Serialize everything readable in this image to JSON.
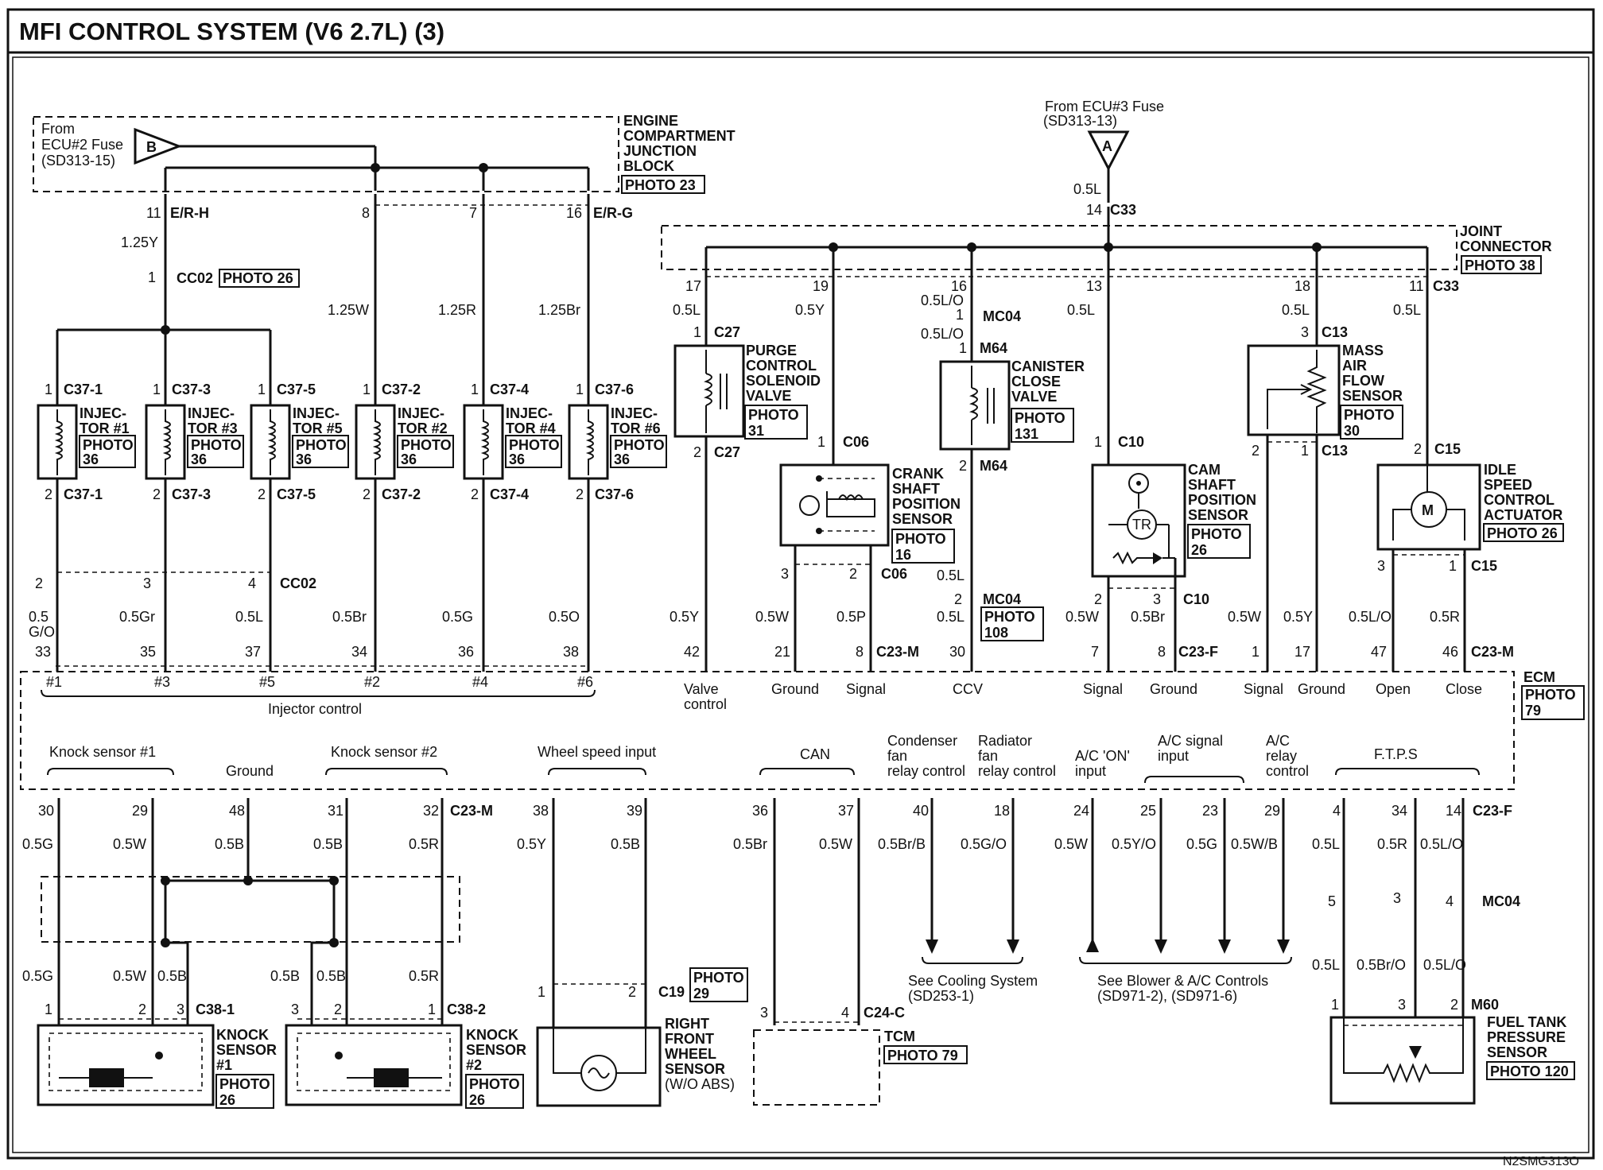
{
  "title": "MFI CONTROL SYSTEM (V6 2.7L) (3)",
  "code": "N2SMG313O",
  "fuse_b": {
    "letter": "B",
    "lines": [
      "From",
      "ECU#2 Fuse",
      "(SD313-15)"
    ]
  },
  "fuse_a": {
    "letter": "A",
    "lines": [
      "From ECU#3 Fuse",
      "(SD313-13)"
    ]
  },
  "ecjb": {
    "lines": [
      "ENGINE",
      "COMPARTMENT",
      "JUNCTION",
      "BLOCK"
    ],
    "photo": "PHOTO 23"
  },
  "joint": {
    "lines": [
      "JOINT",
      "CONNECTOR"
    ],
    "photo": "PHOTO 38"
  },
  "ecm": {
    "label": "ECM",
    "photo": [
      "PHOTO",
      "79"
    ]
  },
  "ecjb_pins": {
    "p11": "11",
    "erh": "E/R-H",
    "p8": "8",
    "p7": "7",
    "p16": "16",
    "erg": "E/R-G"
  },
  "wires_top": {
    "w125y": "1.25Y",
    "cc02_1": "1",
    "cc02": "CC02",
    "cc02_photo": "PHOTO 26",
    "w125w": "1.25W",
    "w125r": "1.25R",
    "w125br": "1.25Br"
  },
  "injectors": [
    {
      "name": [
        "INJEC-",
        "TOR #1"
      ],
      "photo": [
        "PHOTO",
        "36"
      ],
      "pin1": "1",
      "conn1": "C37-1",
      "pin2": "2",
      "conn2": "C37-1"
    },
    {
      "name": [
        "INJEC-",
        "TOR #3"
      ],
      "photo": [
        "PHOTO",
        "36"
      ],
      "pin1": "1",
      "conn1": "C37-3",
      "pin2": "2",
      "conn2": "C37-3"
    },
    {
      "name": [
        "INJEC-",
        "TOR #5"
      ],
      "photo": [
        "PHOTO",
        "36"
      ],
      "pin1": "1",
      "conn1": "C37-5",
      "pin2": "2",
      "conn2": "C37-5"
    },
    {
      "name": [
        "INJEC-",
        "TOR #2"
      ],
      "photo": [
        "PHOTO",
        "36"
      ],
      "pin1": "1",
      "conn1": "C37-2",
      "pin2": "2",
      "conn2": "C37-2"
    },
    {
      "name": [
        "INJEC-",
        "TOR #4"
      ],
      "photo": [
        "PHOTO",
        "36"
      ],
      "pin1": "1",
      "conn1": "C37-4",
      "pin2": "2",
      "conn2": "C37-4"
    },
    {
      "name": [
        "INJEC-",
        "TOR #6"
      ],
      "photo": [
        "PHOTO",
        "36"
      ],
      "pin1": "1",
      "conn1": "C37-6",
      "pin2": "2",
      "conn2": "C37-6"
    }
  ],
  "cc02_bottom": {
    "p2": "2",
    "p3": "3",
    "p4": "4",
    "label": "CC02"
  },
  "inj_wires": [
    [
      "0.5",
      "G/O"
    ],
    [
      "0.5Gr"
    ],
    [
      "0.5L"
    ],
    [
      "0.5Br"
    ],
    [
      "0.5G"
    ],
    [
      "0.5O"
    ]
  ],
  "inj_ecm_pins": [
    "33",
    "35",
    "37",
    "34",
    "36",
    "38"
  ],
  "inj_ecm_labels": [
    "#1",
    "#3",
    "#5",
    "#2",
    "#4",
    "#6"
  ],
  "injector_control": "Injector control",
  "c33": {
    "top_wire": "0.5L",
    "top_pin": "14",
    "top_conn": "C33",
    "pins": [
      "17",
      "19",
      "16",
      "13",
      "18",
      "11"
    ],
    "right_conn": "C33"
  },
  "purge": {
    "wire_top": "0.5L",
    "pin1": "1",
    "c1": "C27",
    "pin2": "2",
    "c2": "C27",
    "name": [
      "PURGE",
      "CONTROL",
      "SOLENOID",
      "VALVE"
    ],
    "photo": [
      "PHOTO",
      "31"
    ],
    "wire_bot": "0.5Y",
    "ecm_pin": "42",
    "ecm_label": [
      "Valve",
      "control"
    ]
  },
  "crank": {
    "wire_top": "0.5Y",
    "pin1": "1",
    "c1": "C06",
    "name": [
      "CRANK",
      "SHAFT",
      "POSITION",
      "SENSOR"
    ],
    "photo": [
      "PHOTO",
      "16"
    ],
    "pin3": "3",
    "pin2": "2",
    "c2": "C06",
    "w_ground": "0.5W",
    "w_signal": "0.5P",
    "ecm_ground_pin": "21",
    "ecm_signal_pin": "8",
    "ecm_conn": "C23-M",
    "ground_label": "Ground",
    "signal_label": "Signal"
  },
  "canister": {
    "w1": "0.5L/O",
    "mc04_pin": "1",
    "mc04": "MC04",
    "w2": "0.5L/O",
    "pin1": "1",
    "c1": "M64",
    "pin2": "2",
    "c2": "M64",
    "name": [
      "CANISTER",
      "CLOSE",
      "VALVE"
    ],
    "photo": [
      "PHOTO",
      "131"
    ],
    "w3": "0.5L",
    "mc04b_pin": "2",
    "mc04b": "MC04",
    "photo108": [
      "PHOTO",
      "108"
    ],
    "w4": "0.5L",
    "ecm_pin": "30",
    "ecm_label": "CCV"
  },
  "cam": {
    "wire_top": "0.5L",
    "pin1": "1",
    "c1": "C10",
    "name": [
      "CAM",
      "SHAFT",
      "POSITION",
      "SENSOR"
    ],
    "photo": [
      "PHOTO",
      "26"
    ],
    "tr": "TR",
    "pin2": "2",
    "pin3": "3",
    "c2": "C10",
    "w_signal": "0.5W",
    "w_ground": "0.5Br",
    "ecm_signal_pin": "7",
    "ecm_ground_pin": "8",
    "ecm_conn": "C23-F",
    "signal_label": "Signal",
    "ground_label": "Ground"
  },
  "maf": {
    "wire_top": "0.5L",
    "pin3": "3",
    "c1": "C13",
    "name": [
      "MASS",
      "AIR",
      "FLOW",
      "SENSOR"
    ],
    "photo": [
      "PHOTO",
      "30"
    ],
    "pin2": "2",
    "pin1": "1",
    "c2": "C13",
    "w_signal": "0.5W",
    "w_ground": "0.5Y",
    "ecm_signal_pin": "1",
    "ecm_ground_pin": "17",
    "signal_label": "Signal",
    "ground_label": "Ground"
  },
  "isca": {
    "wire_top": "0.5L",
    "pin2": "2",
    "c1": "C15",
    "name": [
      "IDLE",
      "SPEED",
      "CONTROL",
      "ACTUATOR"
    ],
    "photo": "PHOTO 26",
    "motor": "M",
    "pin3": "3",
    "pin1": "1",
    "c2": "C15",
    "w_open": "0.5L/O",
    "w_close": "0.5R",
    "ecm_open_pin": "47",
    "ecm_close_pin": "46",
    "ecm_conn": "C23-M",
    "open_label": "Open",
    "close_label": "Close"
  },
  "bottom_labels": {
    "ks1": "Knock sensor #1",
    "ground": "Ground",
    "ks2": "Knock sensor #2",
    "wsi": "Wheel speed input",
    "can": "CAN",
    "cond": [
      "Condenser",
      "fan",
      "relay control"
    ],
    "rad": [
      "Radiator",
      "fan",
      "relay control"
    ],
    "acon": [
      "A/C 'ON'",
      "input"
    ],
    "acsig": [
      "A/C signal",
      "input"
    ],
    "acrelay": [
      "A/C",
      "relay",
      "control"
    ],
    "ftps": "F.T.P.S"
  },
  "bottom_pins": {
    "p30": "30",
    "p29": "29",
    "p48": "48",
    "p31": "31",
    "p32": "32",
    "c23m": "C23-M",
    "p38": "38",
    "p39": "39",
    "p36": "36",
    "p37": "37",
    "p40": "40",
    "p18": "18",
    "p24": "24",
    "p25": "25",
    "p23": "23",
    "p29b": "29",
    "p4": "4",
    "p34": "34",
    "p14": "14",
    "c23f": "C23-F"
  },
  "bottom_wires": {
    "w1": "0.5G",
    "w2": "0.5W",
    "w3": "0.5B",
    "w4": "0.5B",
    "w5": "0.5R",
    "w6": "0.5Y",
    "w7": "0.5B",
    "w8": "0.5Br",
    "w9": "0.5W",
    "w10": "0.5Br/B",
    "w11": "0.5G/O",
    "w12": "0.5W",
    "w13": "0.5Y/O",
    "w14": "0.5G",
    "w15": "0.5W/B",
    "w16": "0.5L",
    "w17": "0.5R",
    "w18": "0.5L/O"
  },
  "ks1": {
    "w_a": "0.5G",
    "w_b": "0.5W",
    "w_c": "0.5B",
    "pins": [
      "1",
      "2",
      "3"
    ],
    "conn": "C38-1",
    "name": [
      "KNOCK",
      "SENSOR",
      "#1"
    ],
    "photo": [
      "PHOTO",
      "26"
    ]
  },
  "ks2": {
    "w_a": "0.5B",
    "w_b": "0.5B",
    "w_c": "0.5R",
    "pins": [
      "3",
      "2",
      "1"
    ],
    "conn": "C38-2",
    "name": [
      "KNOCK",
      "SENSOR",
      "#2"
    ],
    "photo": [
      "PHOTO",
      "26"
    ]
  },
  "wss": {
    "pin1": "1",
    "pin2": "2",
    "conn": "C19",
    "photo": [
      "PHOTO",
      "29"
    ],
    "name": [
      "RIGHT",
      "FRONT",
      "WHEEL",
      "SENSOR",
      "(W/O ABS)"
    ]
  },
  "tcm": {
    "pin3": "3",
    "pin4": "4",
    "conn": "C24-C",
    "name": "TCM",
    "photo": "PHOTO 79"
  },
  "see_cooling": [
    "See Cooling System",
    "(SD253-1)"
  ],
  "see_blower": [
    "See Blower & A/C Controls",
    "(SD971-2), (SD971-6)"
  ],
  "ftps": {
    "mc04_pins": [
      "5",
      "3",
      "4"
    ],
    "mc04": "MC04",
    "w_a": "0.5L",
    "w_b": "0.5Br/O",
    "w_c": "0.5L/O",
    "pins": [
      "1",
      "3",
      "2"
    ],
    "conn": "M60",
    "name": [
      "FUEL TANK",
      "PRESSURE",
      "SENSOR"
    ],
    "photo": "PHOTO 120"
  }
}
